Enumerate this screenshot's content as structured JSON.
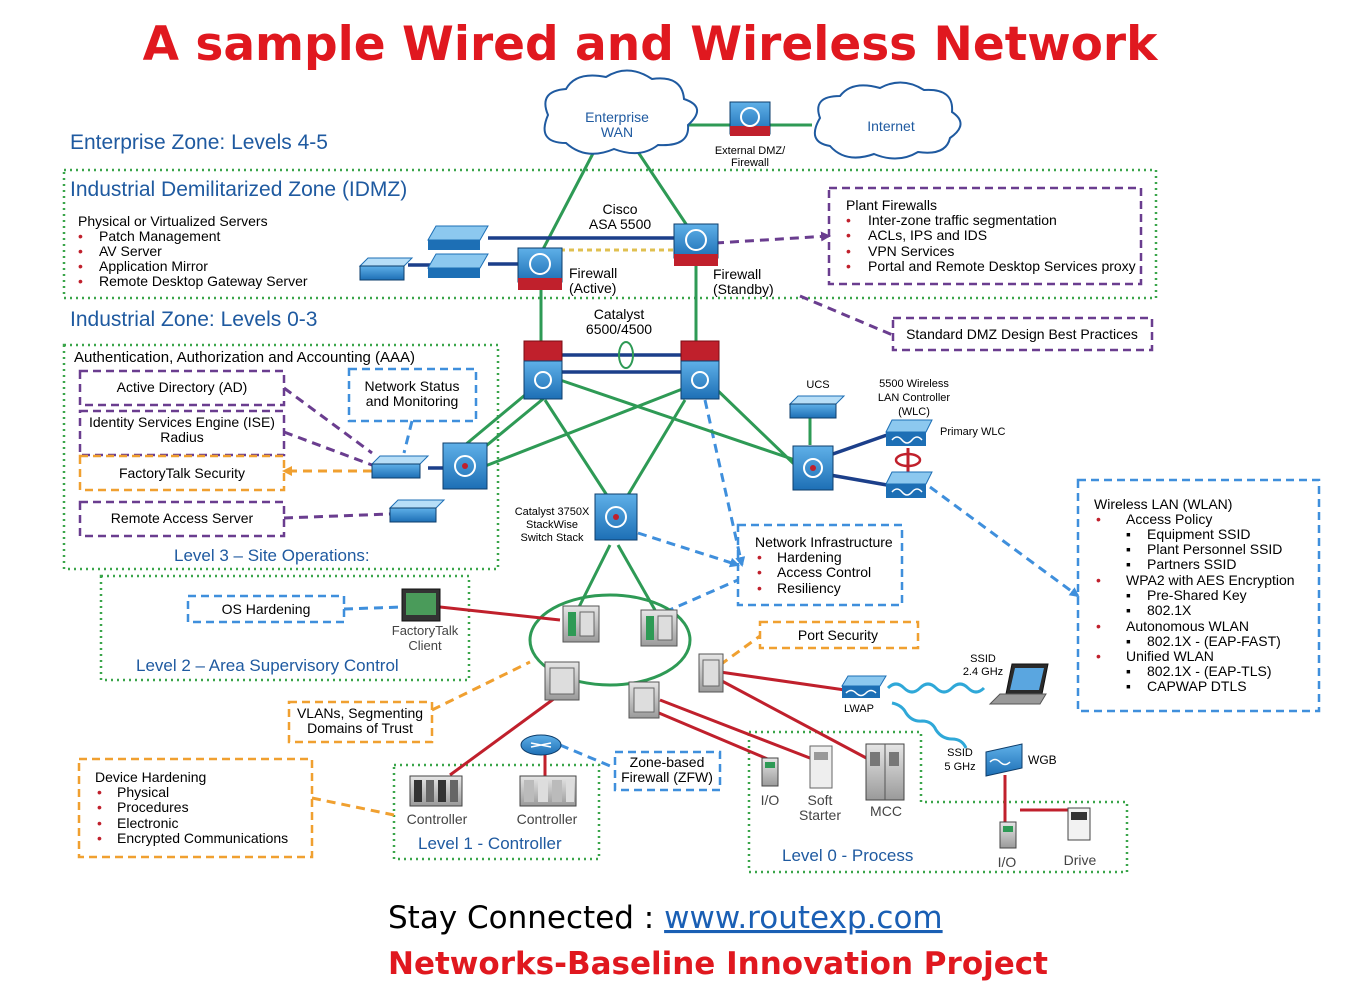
{
  "title": "A sample Wired and Wireless Network",
  "colors": {
    "title_red": "#e0181f",
    "zone_blue": "#1f5aa0",
    "green_dotted": "#3aa54a",
    "purple_dashed": "#6a3d8f",
    "orange_dashed": "#f0a030",
    "blue_dashed": "#3f8fdc",
    "link_green": "#2e9a55",
    "link_red": "#c0202c",
    "link_navy": "#1c3f8a"
  },
  "clouds": {
    "wan": [
      "Enterprise",
      "WAN"
    ],
    "internet": "Internet"
  },
  "devices": {
    "ext_fw": [
      "External DMZ/",
      "Firewall"
    ],
    "asa": [
      "Cisco",
      "ASA 5500"
    ],
    "fw_active": [
      "Firewall",
      "(Active)"
    ],
    "fw_standby": [
      "Firewall",
      "(Standby)"
    ],
    "catalyst": [
      "Catalyst",
      "6500/4500"
    ],
    "ucs": "UCS",
    "wlc": [
      "5500 Wireless",
      "LAN Controller",
      "(WLC)"
    ],
    "primary_wlc": "Primary WLC",
    "c3750": [
      "Catalyst 3750X",
      "StackWise",
      "Switch Stack"
    ],
    "factorytalk": [
      "FactoryTalk",
      "Client"
    ],
    "lwap": "LWAP",
    "ssid24": [
      "SSID",
      "2.4 GHz"
    ],
    "ssid5": [
      "SSID",
      "5 GHz"
    ],
    "wgb": "WGB",
    "controller1": "Controller",
    "controller2": "Controller",
    "io1": "I/O",
    "soft_starter": [
      "Soft",
      "Starter"
    ],
    "mcc": "MCC",
    "io2": "I/O",
    "drive": "Drive"
  },
  "zones": {
    "enterprise": "Enterprise Zone: Levels 4-5",
    "idmz": "Industrial Demilitarized Zone (IDMZ)",
    "industrial": "Industrial Zone: Levels 0-3",
    "level3": "Level 3 – Site Operations:",
    "level2": "Level 2 – Area Supervisory Control",
    "level1": "Level 1 - Controller",
    "level0": "Level 0 - Process"
  },
  "servers": {
    "heading": "Physical or Virtualized Servers",
    "items": [
      "Patch Management",
      "AV Server",
      "Application Mirror",
      "Remote Desktop Gateway Server"
    ]
  },
  "plant_firewalls": {
    "heading": "Plant Firewalls",
    "items": [
      "Inter-zone traffic segmentation",
      "ACLs, IPS and IDS",
      "VPN Services",
      "Portal and Remote Desktop Services proxy"
    ]
  },
  "dmz_practices": "Standard DMZ Design Best Practices",
  "aaa": {
    "heading": "Authentication, Authorization and Accounting (AAA)",
    "ad": "Active Directory (AD)",
    "ise": [
      "Identity Services Engine (ISE)",
      "Radius"
    ],
    "ft_security": "FactoryTalk Security",
    "ras": "Remote Access Server",
    "nsm": [
      "Network Status",
      "and Monitoring"
    ]
  },
  "net_infra": {
    "heading": "Network  Infrastructure",
    "items": [
      "Hardening",
      "Access Control",
      "Resiliency"
    ]
  },
  "wlan": {
    "heading": "Wireless LAN (WLAN)",
    "access_policy": "Access Policy",
    "ssids": [
      "Equipment SSID",
      "Plant Personnel SSID",
      "Partners SSID"
    ],
    "wpa2": "WPA2 with AES Encryption",
    "wpa2_items": [
      "Pre-Shared Key",
      "802.1X"
    ],
    "autonomous": "Autonomous WLAN",
    "autonomous_items": [
      "802.1X -  (EAP-FAST)"
    ],
    "unified": "Unified WLAN",
    "unified_items": [
      "802.1X - (EAP-TLS)",
      "CAPWAP DTLS"
    ]
  },
  "os_hardening": "OS Hardening",
  "port_security": "Port Security",
  "vlans": [
    "VLANs, Segmenting",
    "Domains of Trust"
  ],
  "zbfw": [
    "Zone-based",
    "Firewall  (ZFW)"
  ],
  "device_hardening": {
    "heading": "Device Hardening",
    "items": [
      "Physical",
      "Procedures",
      "Electronic",
      "Encrypted Communications"
    ]
  },
  "footer": {
    "stay_prefix": "Stay Connected : ",
    "url": "www.routexp.com",
    "project": "Networks-Baseline Innovation Project"
  }
}
